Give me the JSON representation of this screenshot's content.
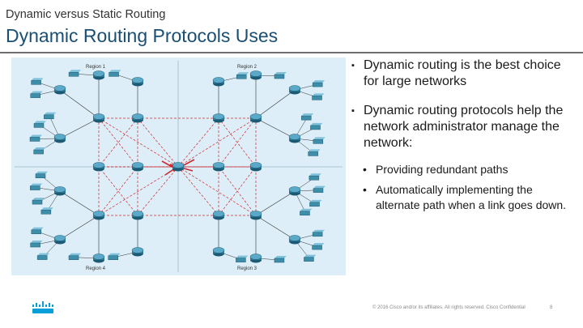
{
  "header": {
    "subtitle": "Dynamic versus Static Routing",
    "title": "Dynamic Routing Protocols Uses"
  },
  "diagram": {
    "regions": [
      "Region 1",
      "Region 2",
      "Region 3",
      "Region 4"
    ],
    "colors": {
      "background": "#ddeef8",
      "backbone_link": "#d0282e",
      "access_link": "#333333",
      "router": "#2d7a9a",
      "switch": "#3d8ea8"
    }
  },
  "bullets": [
    {
      "text": "Dynamic routing is the best choice for large networks",
      "subitems": []
    },
    {
      "text": "Dynamic routing protocols help the network administrator manage the network:",
      "subitems": [
        "Providing redundant paths",
        "Automatically implementing the alternate path when a link goes down."
      ]
    }
  ],
  "footer": {
    "logo": "cisco-logo",
    "copyright": "© 2016 Cisco and/or its affiliates. All rights reserved. Cisco Confidential",
    "page_number": "8"
  }
}
